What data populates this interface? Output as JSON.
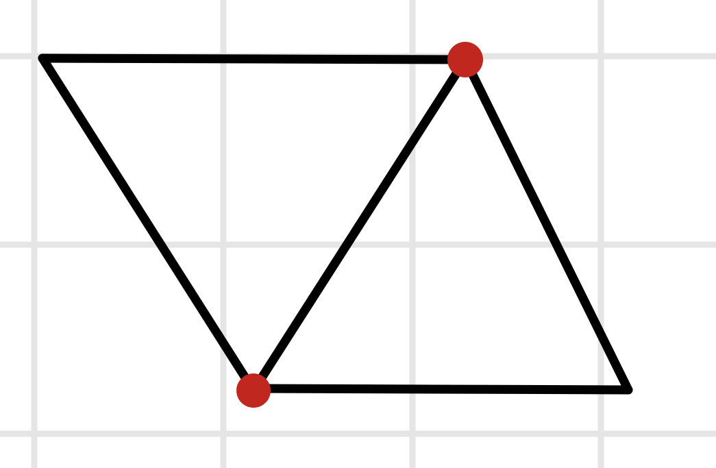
{
  "colors": {
    "background": "#ffffff",
    "grid": "#e5e5e5",
    "edge": "#000000",
    "highlight": "#c0281f"
  },
  "grid": {
    "visible": true
  },
  "figure": {
    "shape": "two adjacent triangles forming a parallelogram",
    "vertex_count": 4,
    "edge_count": 5,
    "highlighted_vertex_count": 2
  }
}
